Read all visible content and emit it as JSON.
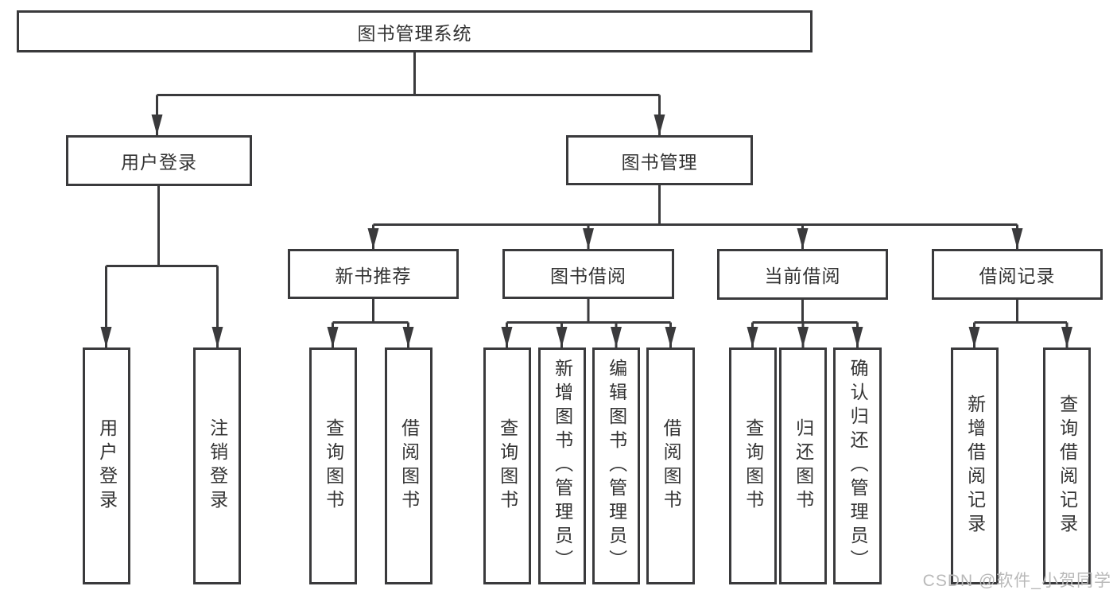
{
  "colors": {
    "line": "#3a3a3c",
    "box_border": "#3a3a3c",
    "text": "#333333",
    "watermark": "#b9b9b9"
  },
  "watermark": {
    "text": "CSDN @软件_小贺同学"
  },
  "tree": {
    "root": "图书管理系统",
    "children": [
      {
        "label": "用户登录",
        "children": [
          "用户登录",
          "注销登录"
        ]
      },
      {
        "label": "图书管理",
        "children": [
          {
            "label": "新书推荐",
            "children": [
              "查询图书",
              "借阅图书"
            ]
          },
          {
            "label": "图书借阅",
            "children": [
              "查询图书",
              "新增图书（管理员）",
              "编辑图书（管理员）",
              "借阅图书"
            ]
          },
          {
            "label": "当前借阅",
            "children": [
              "查询图书",
              "归还图书",
              "确认归还（管理员）"
            ]
          },
          {
            "label": "借阅记录",
            "children": [
              "新增借阅记录",
              "查询借阅记录"
            ]
          }
        ]
      }
    ]
  }
}
